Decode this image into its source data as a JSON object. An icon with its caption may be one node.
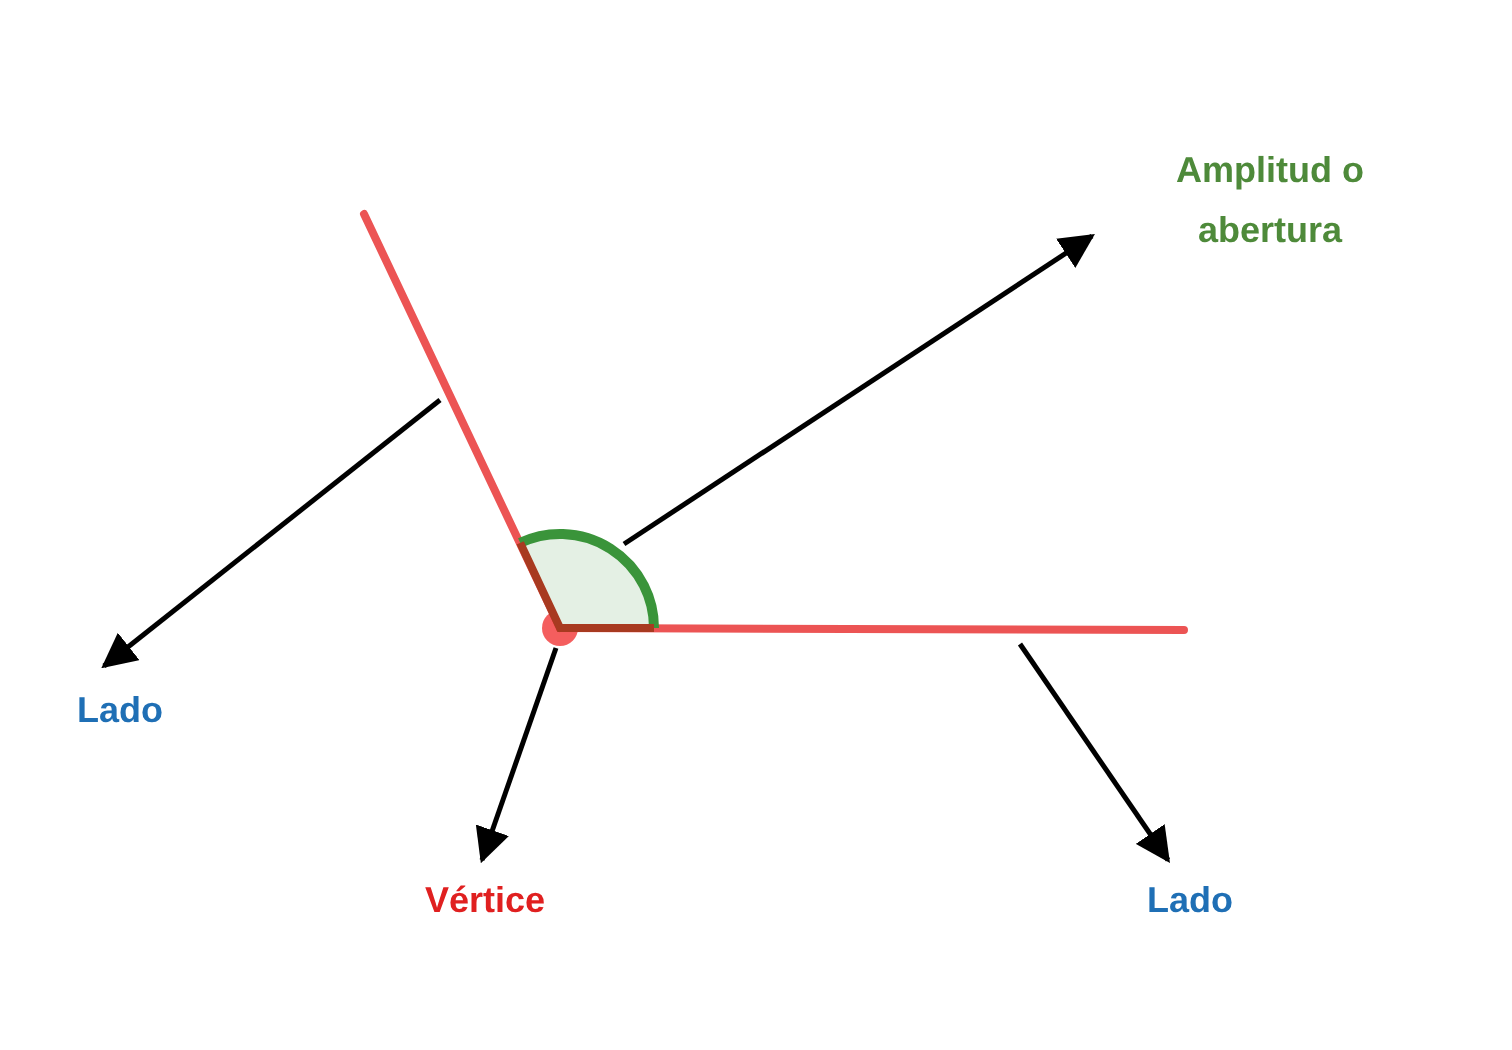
{
  "diagram": {
    "nodes": [
      {
        "text": [
          "Amplitud o abertura"
        ]
      },
      {
        "text": [
          "Lado"
        ]
      },
      {
        "text": [
          "Vértice"
        ]
      },
      {
        "text": [
          "Lado"
        ]
      },
      {
        "text": [],
        "shape": "line"
      },
      {
        "text": [],
        "shape": "line"
      },
      {
        "text": [],
        "shape": "circle"
      },
      {
        "text": [],
        "shape": "sector"
      }
    ],
    "edges": [
      {
        "from": 7,
        "to": 0,
        "arrow": "to"
      },
      {
        "from": 4,
        "to": 1,
        "arrow": "to"
      },
      {
        "from": 6,
        "to": 2,
        "arrow": "to"
      },
      {
        "from": 5,
        "to": 3,
        "arrow": "to"
      }
    ]
  }
}
